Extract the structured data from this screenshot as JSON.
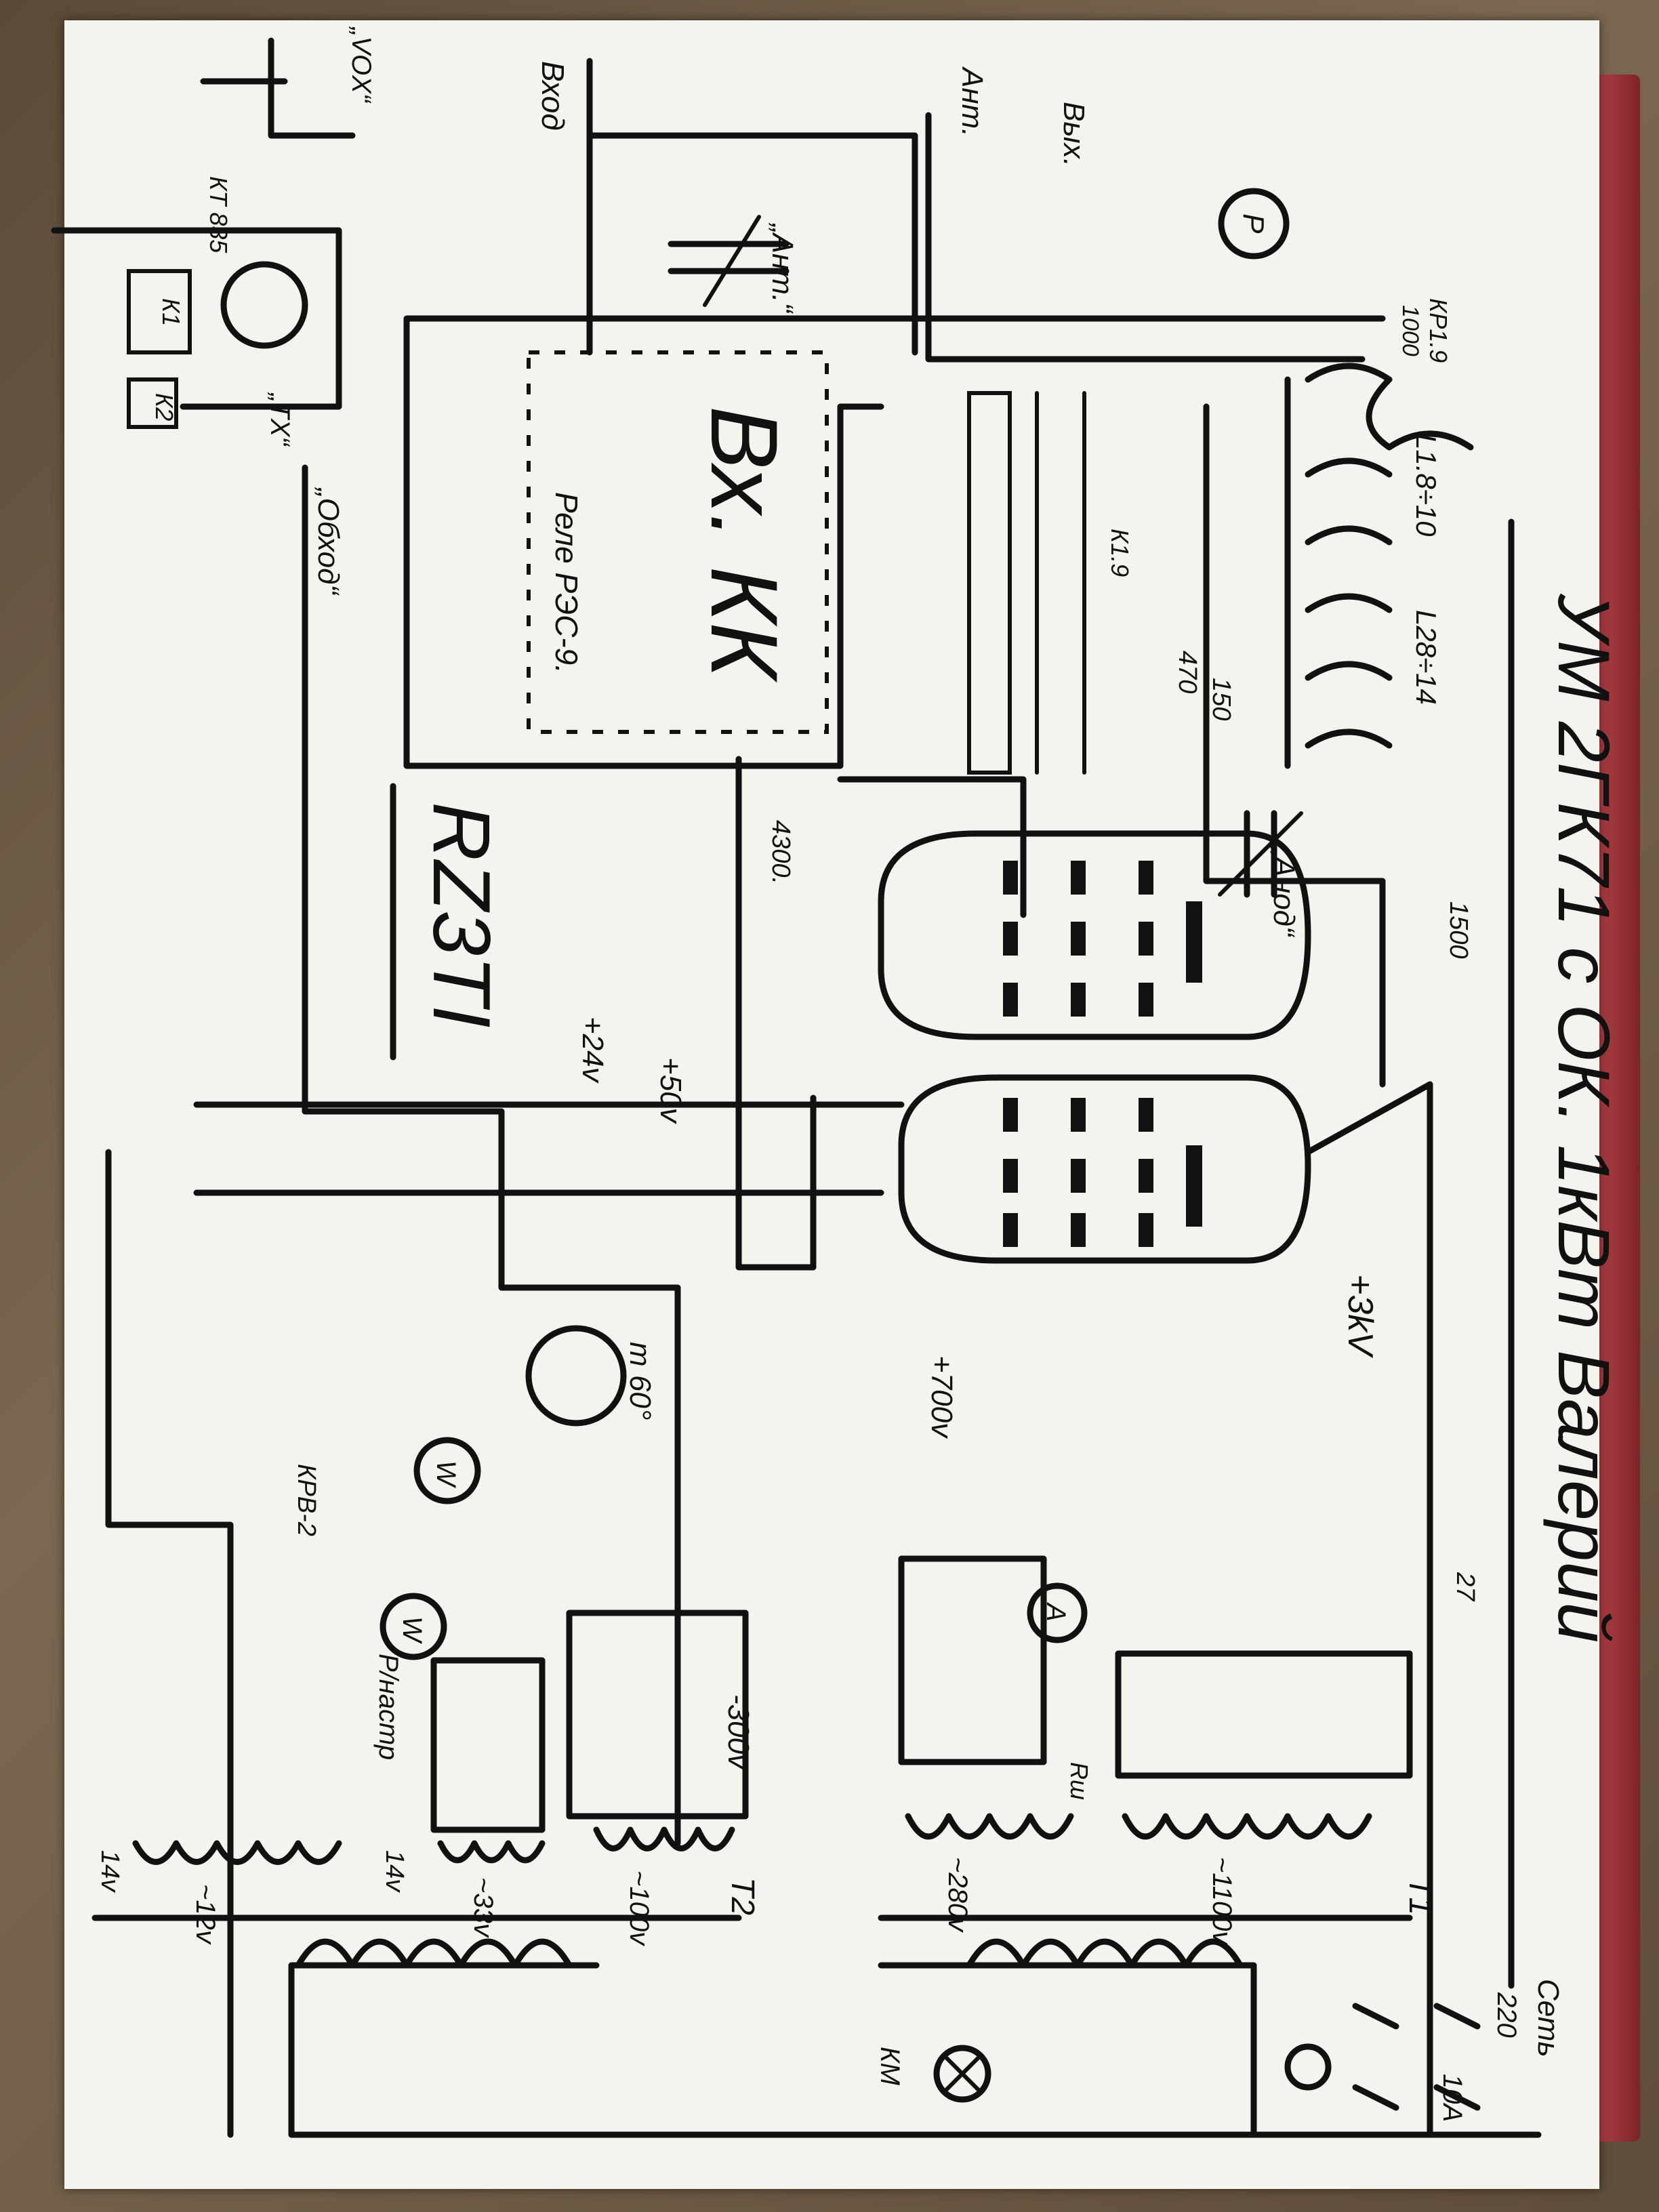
{
  "title": "УМ 2ГК71 с ОК. 1кВт Валерий",
  "callsign": "RZ3TI",
  "relay_note": "Реле РЭС-9.",
  "kk_label": "Вх. КК",
  "labels": {
    "input": "Вход",
    "antenna": "Ант.",
    "output": "Вых.",
    "ant_cap": "„Ант.“",
    "anode_cap": "„Анод“",
    "bypass": "„Обход“",
    "vox": "„VOX“",
    "tx": "„TX“",
    "kt": "КТ 835",
    "k1": "К1",
    "k2": "К2",
    "k1_9": "К1.9",
    "kpr_9": "КР1.9",
    "kpr_2": "КРВ-2",
    "l1": "L1.8÷10",
    "l2": "L28÷14",
    "v24": "+24v",
    "v50": "+50v",
    "v700": "+700v",
    "v300": "-300v",
    "v3kv": "+3kV",
    "c4300": "4300.",
    "c470": "470",
    "c150": "150",
    "c1500": "1500",
    "c1000": "1000",
    "r27": "27",
    "pst": "Р/настр",
    "t60": "т 60°",
    "ac280": "~280v",
    "ac1100": "~1100v",
    "ac100": "~100v",
    "ac33": "~33v",
    "ac12": "~12v",
    "v14a": "14v",
    "v14b": "14v",
    "seti": "Сеть",
    "v220": "220",
    "a10": "10А",
    "km": "КМ",
    "t1": "Т1",
    "t2": "Т2",
    "meter_a": "A",
    "meter_w": "W",
    "meter_p": "P",
    "rsh": "Rш"
  }
}
